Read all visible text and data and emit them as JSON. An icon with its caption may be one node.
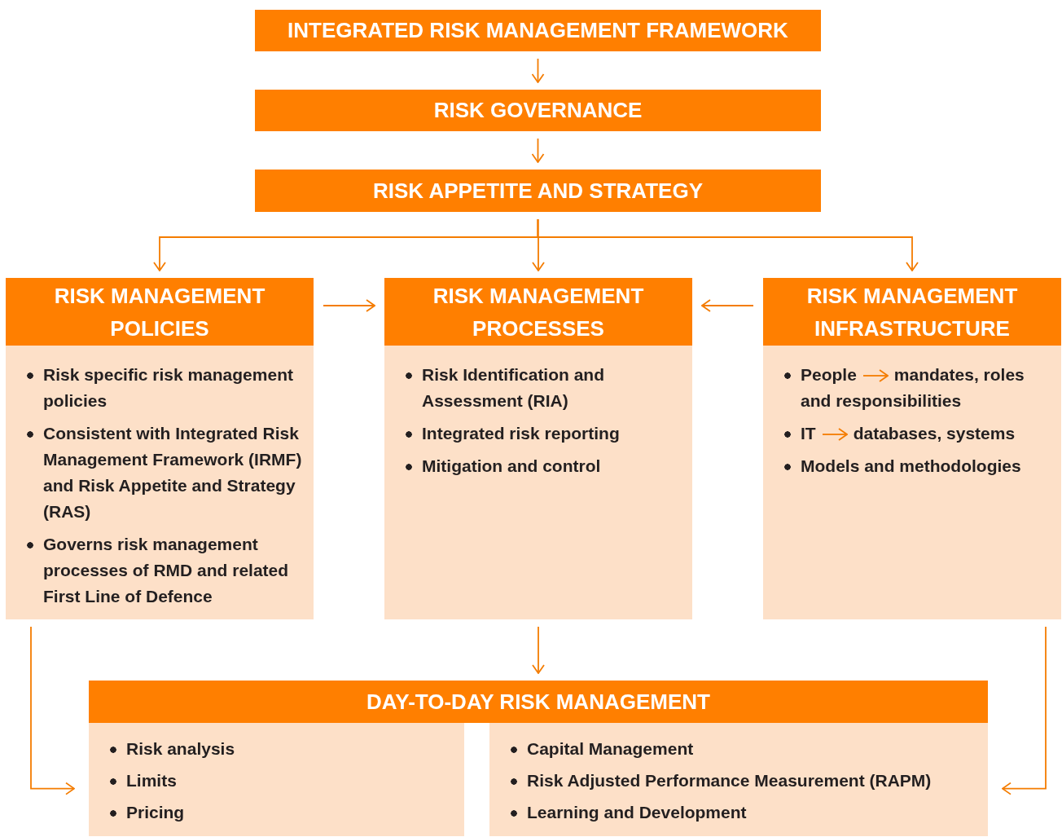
{
  "diagram": {
    "nodes": [
      {
        "text": [
          "INTEGRATED RISK MANAGEMENT FRAMEWORK"
        ]
      },
      {
        "text": [
          "RISK GOVERNANCE"
        ]
      },
      {
        "text": [
          "RISK APPETITE AND STRATEGY"
        ]
      },
      {
        "text": [
          "RISK MANAGEMENT POLICIES",
          "Risk specific risk management policies",
          "Consistent with Integrated Risk Management Framework (IRMF) and Risk Appetite and Strategy (RAS)",
          "Governs risk management processes of RMD and related First Line of Defence"
        ]
      },
      {
        "text": [
          "RISK MANAGEMENT PROCESSES",
          "Risk Identification and Assessment (RIA)",
          "Integrated risk reporting",
          "Mitigation and control"
        ]
      },
      {
        "text": [
          "RISK MANAGEMENT INFRASTRUCTURE",
          "Models and methodologies"
        ]
      },
      {
        "text": [
          "People"
        ],
        "in": 5
      },
      {
        "text": [
          "mandates, roles and responsibilities"
        ],
        "in": 5
      },
      {
        "text": [
          "IT"
        ],
        "in": 5
      },
      {
        "text": [
          "databases, systems"
        ],
        "in": 5
      },
      {
        "text": [
          "DAY-TO-DAY RISK MANAGEMENT"
        ]
      },
      {
        "text": [
          "Risk analysis",
          "Limits",
          "Pricing"
        ]
      },
      {
        "text": [
          "Capital Management",
          "Risk Adjusted Performance Measurement (RAPM)",
          "Learning and Development"
        ]
      }
    ],
    "edges": [
      {
        "from": 0,
        "to": 1,
        "arrow": "to"
      },
      {
        "from": 1,
        "to": 2,
        "arrow": "to"
      },
      {
        "from": 2,
        "to": 3,
        "arrow": "to"
      },
      {
        "from": 2,
        "to": 4,
        "arrow": "to"
      },
      {
        "from": 2,
        "to": 5,
        "arrow": "to"
      },
      {
        "from": 3,
        "to": 4,
        "arrow": "to"
      },
      {
        "from": 5,
        "to": 4,
        "arrow": "to"
      },
      {
        "from": 6,
        "to": 7,
        "arrow": "to"
      },
      {
        "from": 8,
        "to": 9,
        "arrow": "to"
      },
      {
        "from": 4,
        "to": 10,
        "arrow": "to"
      },
      {
        "from": 3,
        "to": 11,
        "arrow": "to"
      },
      {
        "from": 5,
        "to": 12,
        "arrow": "to"
      }
    ]
  }
}
